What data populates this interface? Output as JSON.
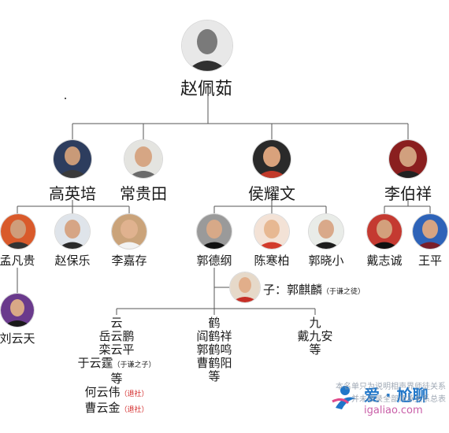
{
  "root": {
    "name": "赵佩茹",
    "avatar_icon": "person-photo-icon"
  },
  "gen1": [
    {
      "key": "gao",
      "name": "高英培"
    },
    {
      "key": "chang",
      "name": "常贵田"
    },
    {
      "key": "hou",
      "name": "侯耀文"
    },
    {
      "key": "li",
      "name": "李伯祥"
    }
  ],
  "gen2": [
    {
      "key": "meng",
      "name": "孟凡贵"
    },
    {
      "key": "zhaobl",
      "name": "赵保乐"
    },
    {
      "key": "lijc",
      "name": "李嘉存"
    },
    {
      "key": "guodg",
      "name": "郭德纲"
    },
    {
      "key": "chenhb",
      "name": "陈寒柏"
    },
    {
      "key": "guoxx",
      "name": "郭晓小"
    },
    {
      "key": "daizc",
      "name": "戴志诚"
    },
    {
      "key": "wangp",
      "name": "王平"
    }
  ],
  "gen3": {
    "name": "刘云天"
  },
  "son": {
    "prefix": "子：",
    "name": "郭麒麟",
    "note": "（于谦之徒）"
  },
  "branches": {
    "yun": {
      "head": "云",
      "members": [
        "岳云鹏",
        "栾云平"
      ],
      "yu_name": "于云霆",
      "yu_note": "（于谦之子）",
      "etc": "等",
      "quit": [
        {
          "name": "何云伟",
          "tag": "（退社）"
        },
        {
          "name": "曹云金",
          "tag": "（退社）"
        }
      ]
    },
    "he": {
      "head": "鹤",
      "members": [
        "阎鹤祥",
        "郭鹤鸣",
        "曹鹤阳"
      ],
      "etc": "等"
    },
    "jiu": {
      "head": "九",
      "members": [
        "戴九安"
      ],
      "etc": "等"
    }
  },
  "watermark": {
    "brand": "爱 · 尬聊",
    "url": "igaliao.com",
    "line1": "本名单只为说明相声界师徒关系",
    "line2": "并未收录全部师承关系总表"
  },
  "colors": {
    "line": "#555555",
    "red_note": "#d32a2a",
    "brand": "#1f76c9"
  }
}
